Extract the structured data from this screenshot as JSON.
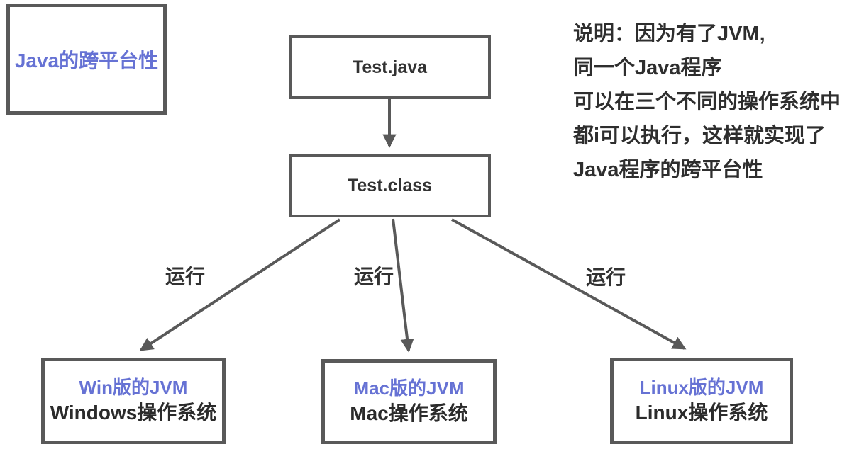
{
  "title_box": {
    "label": "Java的跨平台性"
  },
  "flow": {
    "source_box": "Test.java",
    "bytecode_box": "Test.class",
    "edge_labels": [
      "运行",
      "运行",
      "运行"
    ]
  },
  "platform_boxes": [
    {
      "jvm": "Win版的JVM",
      "os": "Windows操作系统"
    },
    {
      "jvm": "Mac版的JVM",
      "os": "Mac操作系统"
    },
    {
      "jvm": "Linux版的JVM",
      "os": "Linux操作系统"
    }
  ],
  "note": {
    "lines": [
      "说明：因为有了JVM,",
      "同一个Java程序",
      "可以在三个不同的操作系统中",
      "都i可以执行，这样就实现了",
      "Java程序的跨平台性"
    ]
  },
  "colors": {
    "accent_blue": "#6672d4",
    "line_gray": "#595959",
    "text_dark": "#2e2e2e"
  }
}
